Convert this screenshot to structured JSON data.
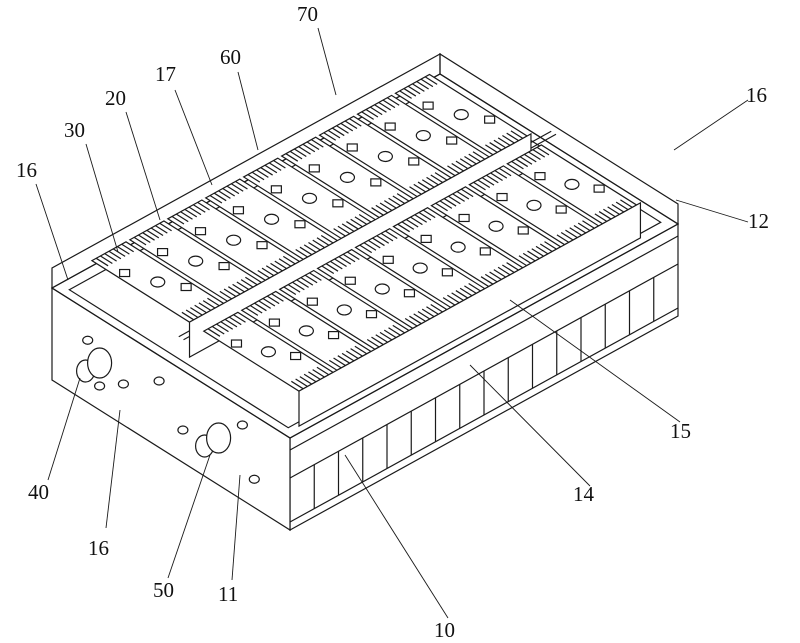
{
  "figure": {
    "reference_numerals": {
      "n70": "70",
      "n60": "60",
      "n17": "17",
      "n20": "20",
      "n30": "30",
      "n16_left": "16",
      "n16_right": "16",
      "n12": "12",
      "n15": "15",
      "n14": "14",
      "n10": "10",
      "n11": "11",
      "n50": "50",
      "n16_bottom": "16",
      "n40": "40"
    },
    "modules_per_row": 9,
    "module_rows": 2,
    "line_color": "#1a1a1a"
  }
}
